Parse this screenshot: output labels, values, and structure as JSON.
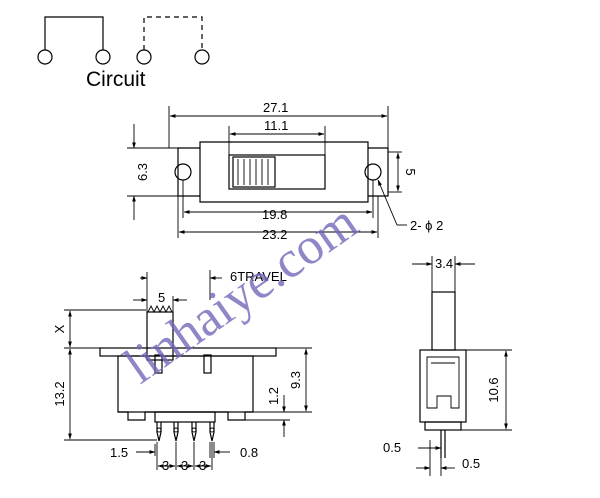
{
  "circuit": {
    "label": "Circuit"
  },
  "top_view": {
    "overall_length": "27.1",
    "slot_length": "11.1",
    "height": "6.3",
    "hole_spacing": "19.8",
    "body_length": "23.2",
    "holes": "2- ϕ 2",
    "mount_tab": "5"
  },
  "side_view": {
    "knob_width": "5",
    "travel": "6TRAVEL",
    "knob_height": "X",
    "total_height": "13.2",
    "body_height": "9.3",
    "standoff": "1.2",
    "pin_offset": "1.5",
    "pitch_1": "3",
    "pitch_2": "3",
    "pitch_3": "3",
    "pin_width": "0.8"
  },
  "end_view": {
    "knob_width": "3.4",
    "height": "10.6",
    "pin_thickness": "0.5",
    "pin_offset": "0.5"
  },
  "watermark": {
    "text": "linhaiye.com",
    "color": "#6f66b8"
  }
}
